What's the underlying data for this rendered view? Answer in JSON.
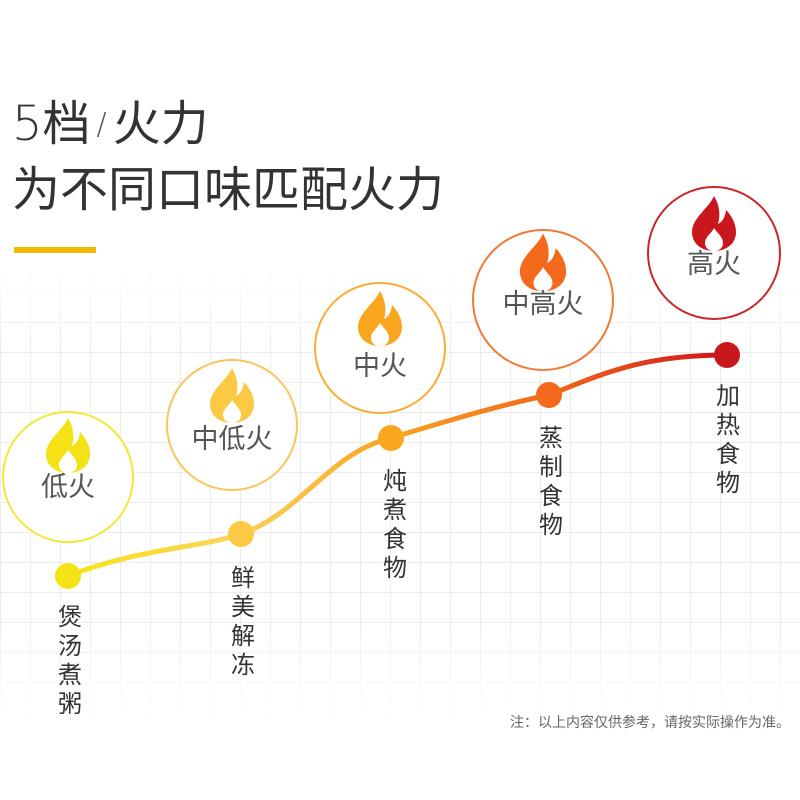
{
  "header": {
    "title_main": "5档",
    "title_sep": "/",
    "title_tail": "火力",
    "subtitle": "为不同口味匹配火力",
    "accent_color": "#f5b800"
  },
  "levels": [
    {
      "label": "低火",
      "usage": "煲汤煮粥",
      "color": "#f5e216",
      "ring": "#f2e83a"
    },
    {
      "label": "中低火",
      "usage": "鲜美解冻",
      "color": "#fbc943",
      "ring": "#f8c65a"
    },
    {
      "label": "中火",
      "usage": "炖煮食物",
      "color": "#f8a71f",
      "ring": "#f8ad34"
    },
    {
      "label": "中高火",
      "usage": "蒸制食物",
      "color": "#f46a1c",
      "ring": "#ef7b39"
    },
    {
      "label": "高火",
      "usage": "加热食物",
      "color": "#c8181e",
      "ring": "#c7282b"
    }
  ],
  "icons": {
    "flame": "flame-icon"
  },
  "footer": {
    "note": "注：以上内容仅供参考，请按实际操作为准。"
  }
}
